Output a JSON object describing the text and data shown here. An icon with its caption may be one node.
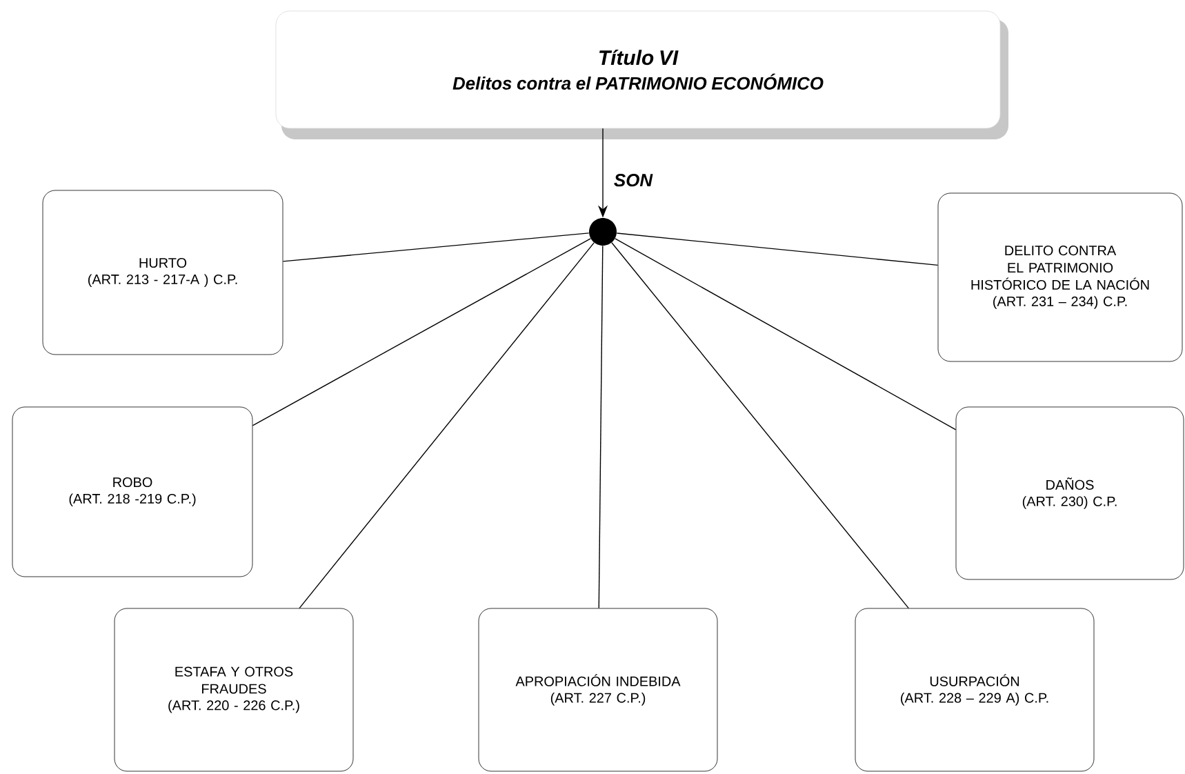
{
  "diagram": {
    "nodes": [
      {
        "text": [
          "Título VI",
          "Delitos contra el PATRIMONIO ECONÓMICO"
        ]
      },
      {
        "text": [],
        "shape": "circle"
      },
      {
        "text": [
          "HURTO",
          "(ART. 213 - 217-A ) C.P."
        ]
      },
      {
        "text": [
          "DELITO CONTRA EL PATRIMONIO HISTÓRICO DE LA NACIÓN",
          "(ART. 231 – 234) C.P."
        ]
      },
      {
        "text": [
          "ROBO",
          "(ART. 218 -219 C.P.)"
        ]
      },
      {
        "text": [
          "DAÑOS",
          "(ART. 230) C.P."
        ]
      },
      {
        "text": [
          "ESTAFA Y OTROS FRAUDES",
          "(ART. 220 - 226 C.P.)"
        ]
      },
      {
        "text": [
          "APROPIACIÓN INDEBIDA",
          "(ART. 227 C.P.)"
        ]
      },
      {
        "text": [
          "USURPACIÓN",
          "(ART. 228 – 229 A) C.P."
        ]
      }
    ],
    "edges": [
      {
        "from": 0,
        "to": 1,
        "arrow": "to",
        "label": "SON"
      },
      {
        "from": 1,
        "to": 2,
        "arrow": "none"
      },
      {
        "from": 1,
        "to": 3,
        "arrow": "none"
      },
      {
        "from": 1,
        "to": 4,
        "arrow": "none"
      },
      {
        "from": 1,
        "to": 5,
        "arrow": "none"
      },
      {
        "from": 1,
        "to": 6,
        "arrow": "none"
      },
      {
        "from": 1,
        "to": 7,
        "arrow": "none"
      },
      {
        "from": 1,
        "to": 8,
        "arrow": "none"
      }
    ]
  }
}
